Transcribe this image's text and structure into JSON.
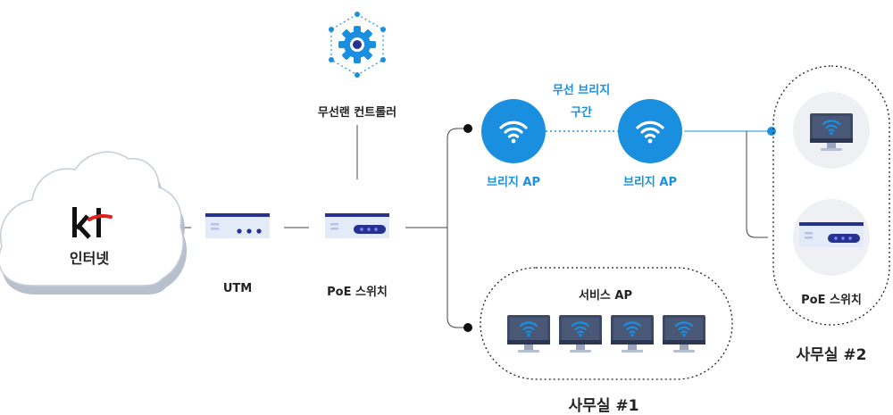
{
  "internet": {
    "logo": "kt",
    "label": "인터넷"
  },
  "utm": {
    "label": "UTM"
  },
  "controller": {
    "label": "무선랜 컨트롤러"
  },
  "poe_main": {
    "label": "PoE 스위치"
  },
  "bridge_left": {
    "label": "브리지 AP"
  },
  "bridge_right": {
    "label": "브리지 AP"
  },
  "bridge_link": {
    "label_line1": "무선 브리지",
    "label_line2": "구간"
  },
  "office1": {
    "service_label": "서비스 AP",
    "title": "사무실 #1"
  },
  "office2": {
    "poe_label": "PoE 스위치",
    "title": "사무실 #2"
  },
  "colors": {
    "accent": "#1a8fe0",
    "monitor": "#3d4a66",
    "switch_body": "#e4ebf8",
    "switch_top": "#27318f"
  }
}
